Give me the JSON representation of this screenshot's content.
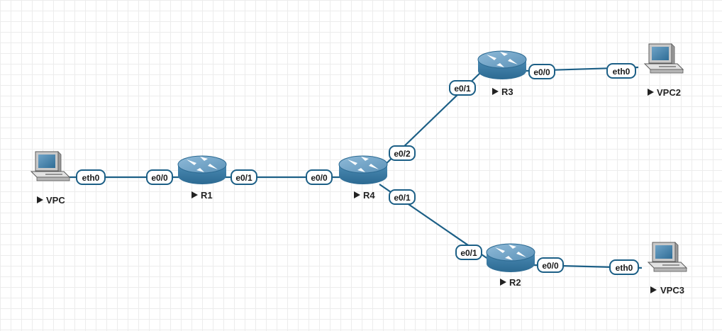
{
  "colors": {
    "link": "#1c5f86",
    "router_body": "#3f7ea6",
    "router_top": "#6ea3c6",
    "pc_screen": "#3f7ea6",
    "pc_body": "#d8d8d8"
  },
  "nodes": {
    "vpc": {
      "label": "VPC",
      "icon": "pc-icon"
    },
    "r1": {
      "label": "R1",
      "icon": "router-icon"
    },
    "r4": {
      "label": "R4",
      "icon": "router-icon"
    },
    "r3": {
      "label": "R3",
      "icon": "router-icon"
    },
    "r2": {
      "label": "R2",
      "icon": "router-icon"
    },
    "vpc2": {
      "label": "VPC2",
      "icon": "pc-icon"
    },
    "vpc3": {
      "label": "VPC3",
      "icon": "pc-icon"
    }
  },
  "ports": {
    "vpc_eth0": "eth0",
    "r1_e00": "e0/0",
    "r1_e01": "e0/1",
    "r4_e00": "e0/0",
    "r4_e02": "e0/2",
    "r4_e01": "e0/1",
    "r3_e01": "e0/1",
    "r3_e00": "e0/0",
    "vpc2_eth0": "eth0",
    "r2_e01": "e0/1",
    "r2_e00": "e0/0",
    "vpc3_eth0": "eth0"
  }
}
